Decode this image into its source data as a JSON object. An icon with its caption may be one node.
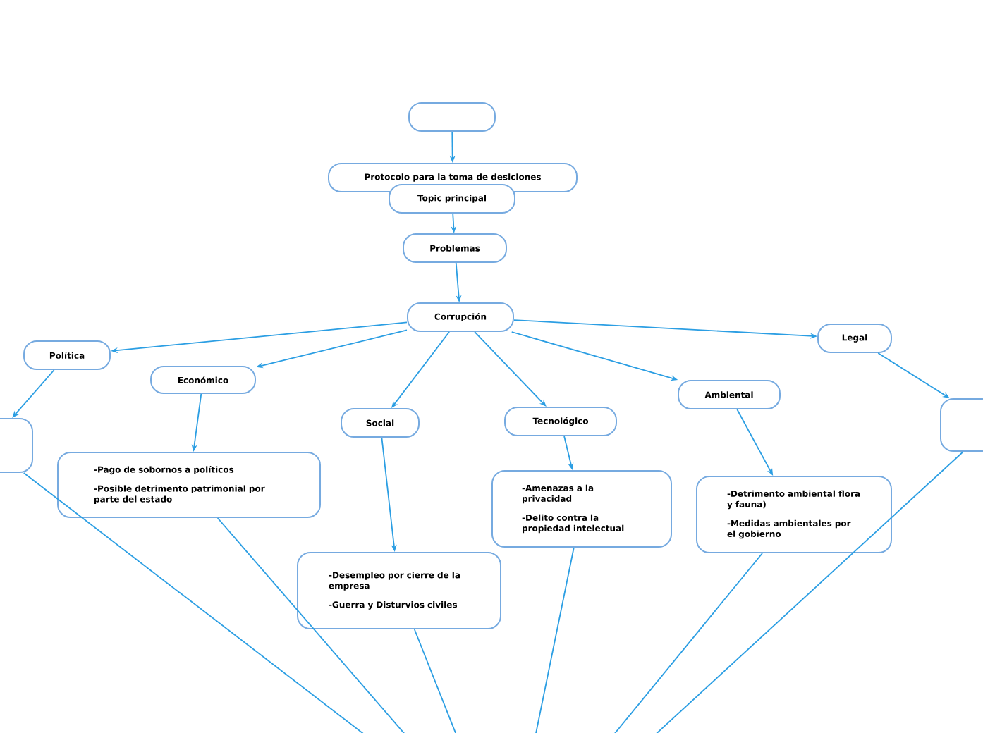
{
  "diagram": {
    "nodes": [
      {
        "text": [],
        "shape": "box"
      },
      {
        "text": [
          "Protocolo para la toma de desiciones"
        ]
      },
      {
        "text": [
          "Topic principal"
        ]
      },
      {
        "text": [
          "Problemas"
        ]
      },
      {
        "text": [
          "Corrupción"
        ]
      },
      {
        "text": [
          "Política"
        ]
      },
      {
        "text": [
          "Económico"
        ]
      },
      {
        "text": [
          "Social"
        ]
      },
      {
        "text": [
          "Tecnológico"
        ]
      },
      {
        "text": [
          "Ambiental"
        ]
      },
      {
        "text": [
          "Legal"
        ]
      },
      {
        "text": [],
        "shape": "box"
      },
      {
        "text": [
          "-Pago de sobornos a políticos",
          "-Posible detrimento patrimonial por parte del estado"
        ]
      },
      {
        "text": [
          "-Desempleo por cierre de la empresa",
          "-Guerra y Disturvios civiles"
        ]
      },
      {
        "text": [
          "-Amenazas a la privacidad",
          "-Delito contra la propiedad intelectual"
        ]
      },
      {
        "text": [
          "-Detrimento ambiental flora y fauna)",
          "-Medidas ambientales por el gobierno"
        ]
      },
      {
        "text": [],
        "shape": "box"
      }
    ],
    "edges": [
      {
        "from": 0,
        "to": 1,
        "arrow": "to"
      },
      {
        "from": 2,
        "to": 3,
        "arrow": "to"
      },
      {
        "from": 3,
        "to": 4,
        "arrow": "to"
      },
      {
        "from": 4,
        "to": 5,
        "arrow": "to"
      },
      {
        "from": 4,
        "to": 6,
        "arrow": "to"
      },
      {
        "from": 4,
        "to": 7,
        "arrow": "to"
      },
      {
        "from": 4,
        "to": 8,
        "arrow": "to"
      },
      {
        "from": 4,
        "to": 9,
        "arrow": "to"
      },
      {
        "from": 4,
        "to": 10,
        "arrow": "to"
      },
      {
        "from": 5,
        "to": 11,
        "arrow": "to"
      },
      {
        "from": 6,
        "to": 12,
        "arrow": "to"
      },
      {
        "from": 7,
        "to": 13,
        "arrow": "to"
      },
      {
        "from": 8,
        "to": 14,
        "arrow": "to"
      },
      {
        "from": 9,
        "to": 15,
        "arrow": "to"
      },
      {
        "from": 10,
        "to": 16,
        "arrow": "to"
      },
      {
        "from": 11,
        "to": null,
        "arrow": "none"
      },
      {
        "from": 12,
        "to": null,
        "arrow": "none"
      },
      {
        "from": 13,
        "to": null,
        "arrow": "none"
      },
      {
        "from": 14,
        "to": null,
        "arrow": "none"
      },
      {
        "from": 15,
        "to": null,
        "arrow": "none"
      },
      {
        "from": 16,
        "to": null,
        "arrow": "none"
      }
    ]
  }
}
